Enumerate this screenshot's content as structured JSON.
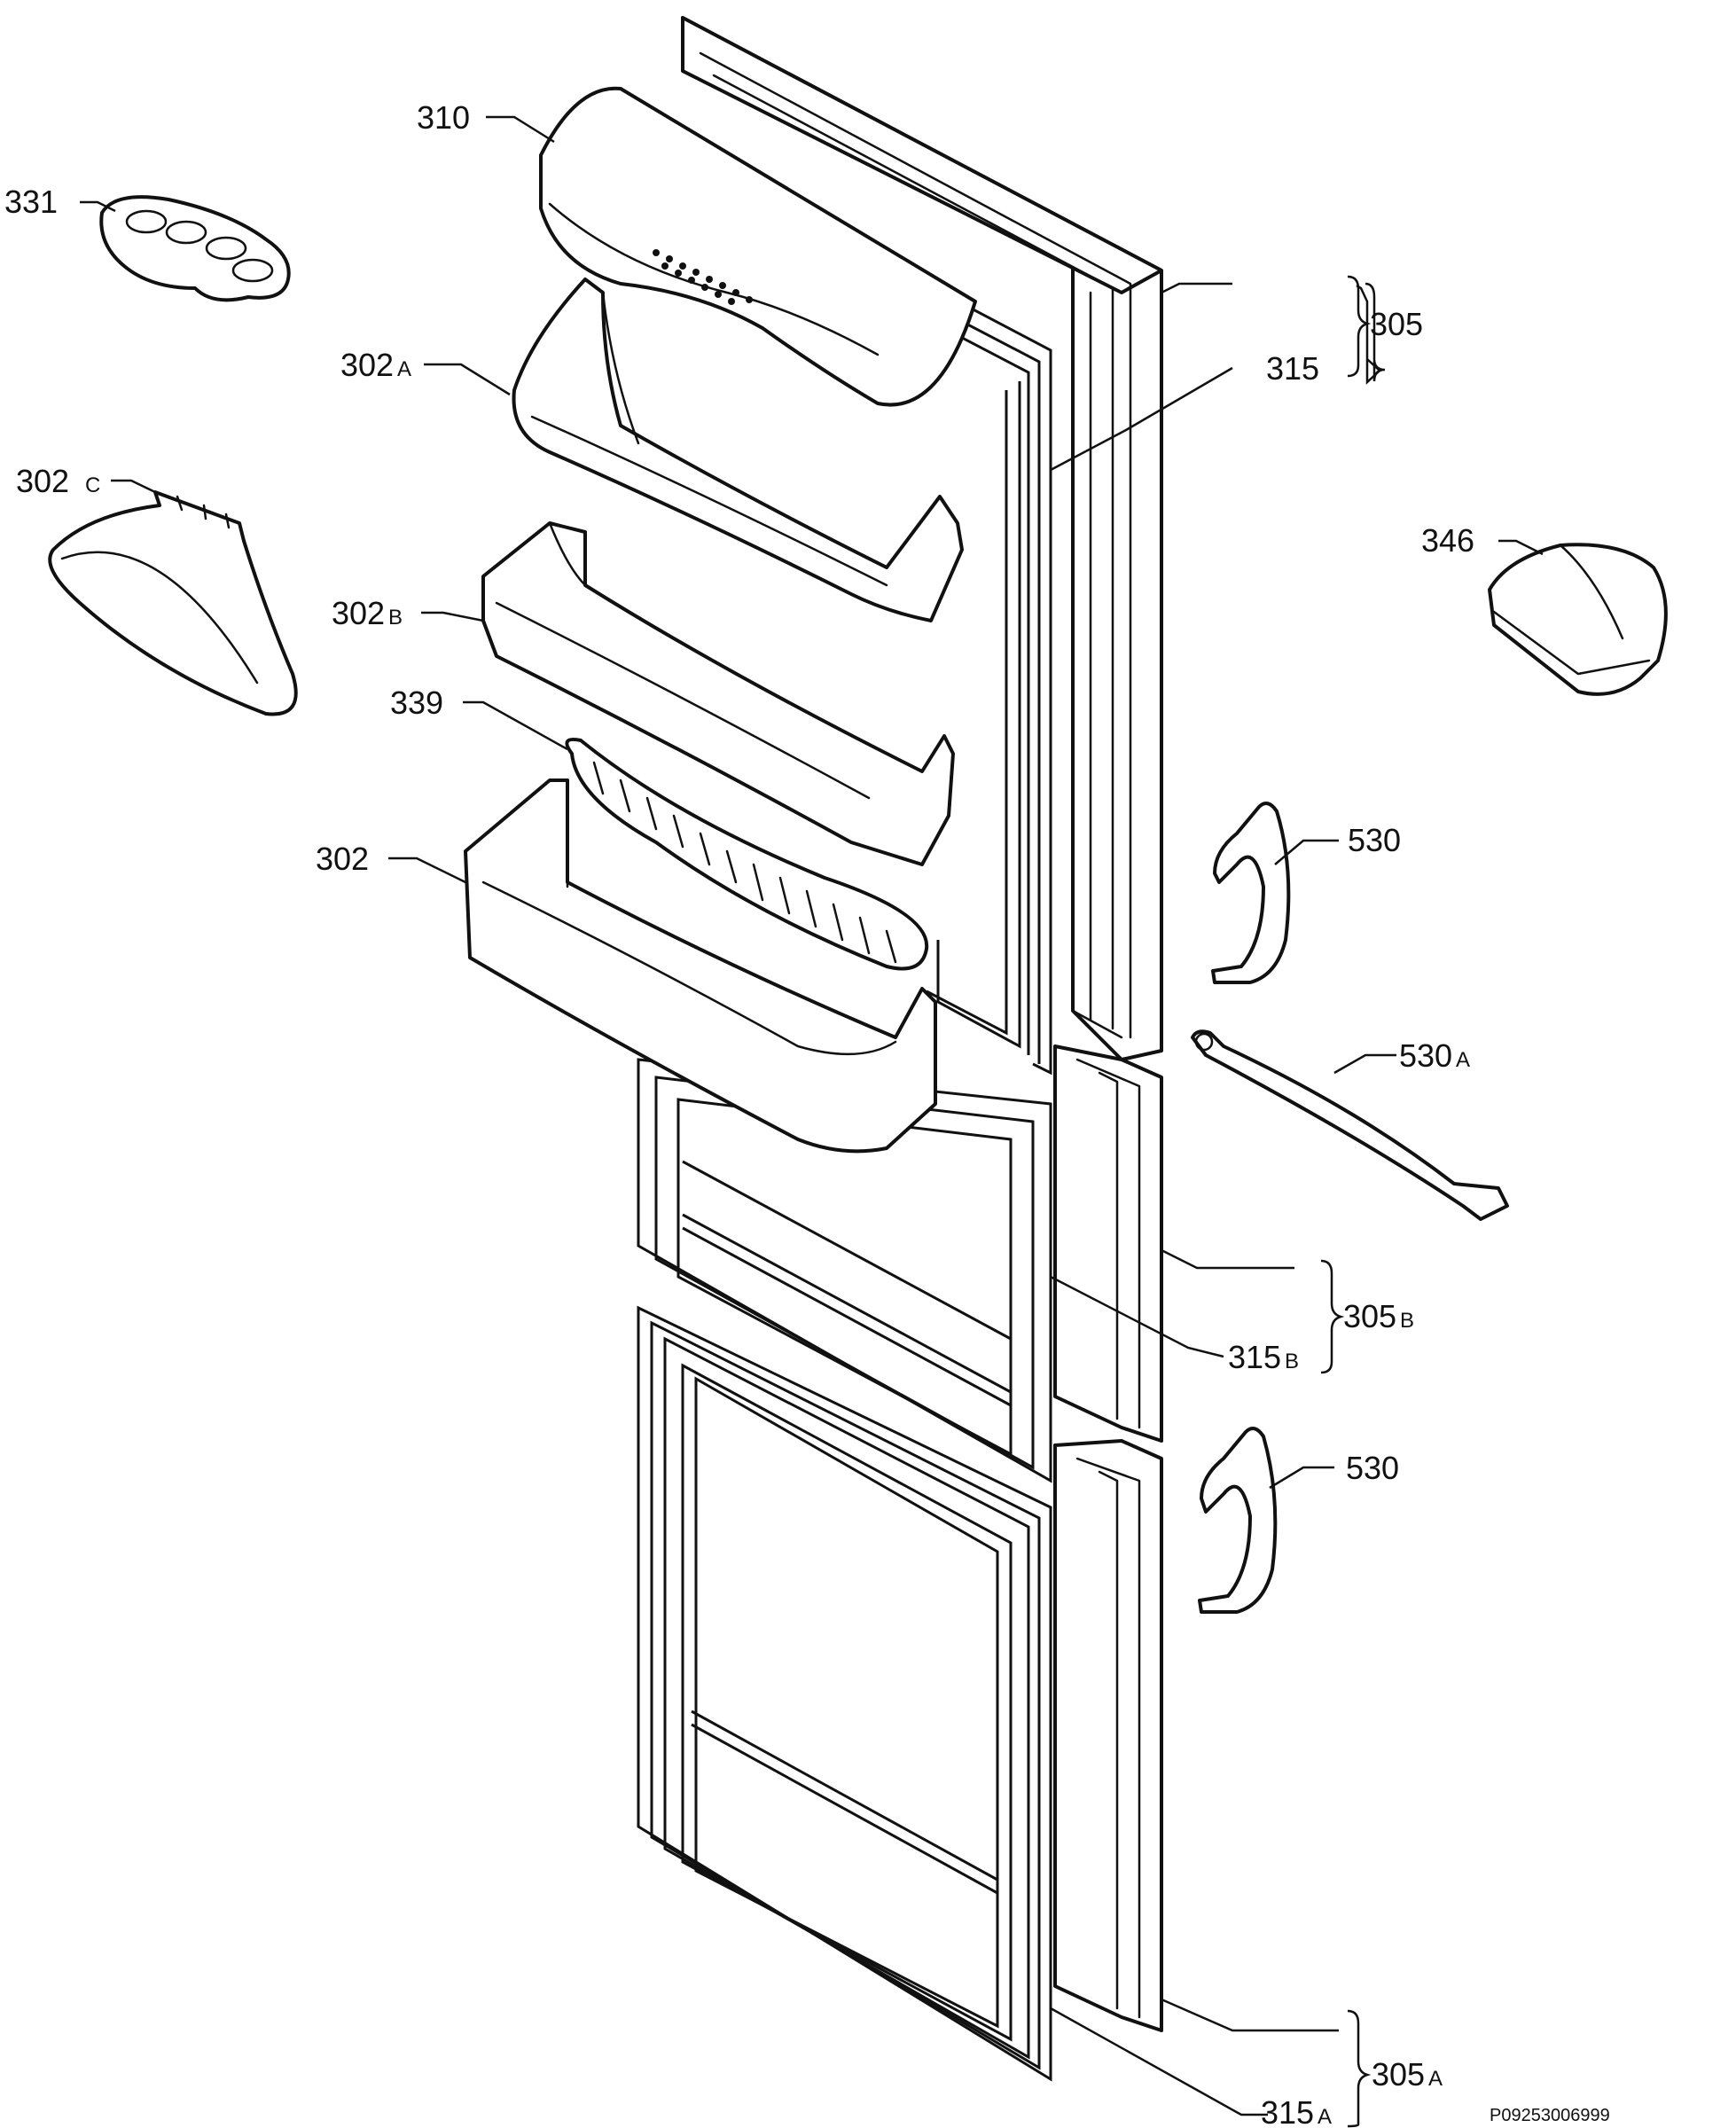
{
  "diagram": {
    "labels": [
      {
        "id": "310",
        "text": "310"
      },
      {
        "id": "331",
        "text": "331"
      },
      {
        "id": "302a",
        "text": "302",
        "suffix": "A"
      },
      {
        "id": "302c",
        "text": "302",
        "suffix": "C"
      },
      {
        "id": "302b",
        "text": "302",
        "suffix": "B"
      },
      {
        "id": "339",
        "text": "339"
      },
      {
        "id": "302",
        "text": "302"
      },
      {
        "id": "305",
        "text": "305"
      },
      {
        "id": "315",
        "text": "315"
      },
      {
        "id": "346",
        "text": "346"
      },
      {
        "id": "530-top",
        "text": "530"
      },
      {
        "id": "530a",
        "text": "530",
        "suffix": "A"
      },
      {
        "id": "305b",
        "text": "305",
        "suffix": "B"
      },
      {
        "id": "315b",
        "text": "315",
        "suffix": "B"
      },
      {
        "id": "530-bottom",
        "text": "530"
      },
      {
        "id": "305a",
        "text": "305",
        "suffix": "A"
      },
      {
        "id": "315a",
        "text": "315",
        "suffix": "A"
      }
    ],
    "drawing_code": "P09253006999",
    "line_color": "#111111",
    "background": "#ffffff"
  }
}
